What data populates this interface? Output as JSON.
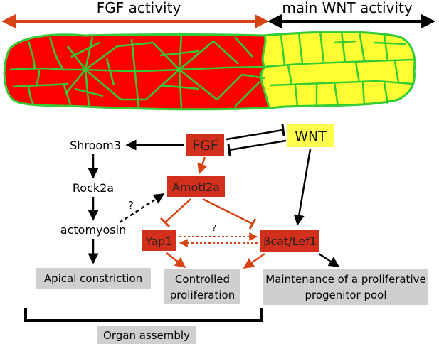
{
  "top": {
    "fgf_label": "FGF activity",
    "wnt_label": "main WNT activity"
  },
  "colors": {
    "red_domain": "#ff0000",
    "yellow_domain": "#ffff33",
    "cell_border": "#33cc33",
    "node_red": "#d32f1d",
    "node_yellow": "#ffff4d",
    "node_text_dark": "#222222",
    "box_gray": "#cfcfcf",
    "arrow_red": "#d84315",
    "arrow_black": "#000000"
  },
  "nodes": {
    "fgf": "FGF",
    "wnt": "WNT",
    "amotl2a": "Amotl2a",
    "yap1": "Yap1",
    "bcat": "βcat/Lef1",
    "shroom3": "Shroom3",
    "rock2a": "Rock2a",
    "actomyosin": "actomyosin"
  },
  "question_marks": {
    "q1": "?",
    "q2": "?"
  },
  "outcomes": {
    "apical": "Apical constriction",
    "controlled_line1": "Controlled",
    "controlled_line2": "proliferation",
    "maintenance_line1": "Maintenance of a proliferative",
    "maintenance_line2": "progenitor pool",
    "organ": "Organ assembly"
  }
}
